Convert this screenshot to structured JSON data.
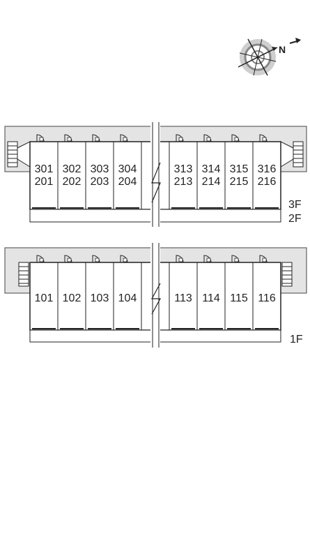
{
  "compass": {
    "north_letter": "N"
  },
  "upper_block": {
    "units_top_row": [
      "301",
      "302",
      "303",
      "304",
      "313",
      "314",
      "315",
      "316"
    ],
    "units_bottom_row": [
      "201",
      "202",
      "203",
      "204",
      "213",
      "214",
      "215",
      "216"
    ],
    "floor_labels": [
      "3F",
      "2F"
    ]
  },
  "lower_block": {
    "units": [
      "101",
      "102",
      "103",
      "104",
      "113",
      "114",
      "115",
      "116"
    ],
    "floor_labels": [
      "1F"
    ]
  },
  "colors": {
    "corridor": "#e4e4e4",
    "outline": "#222222"
  }
}
